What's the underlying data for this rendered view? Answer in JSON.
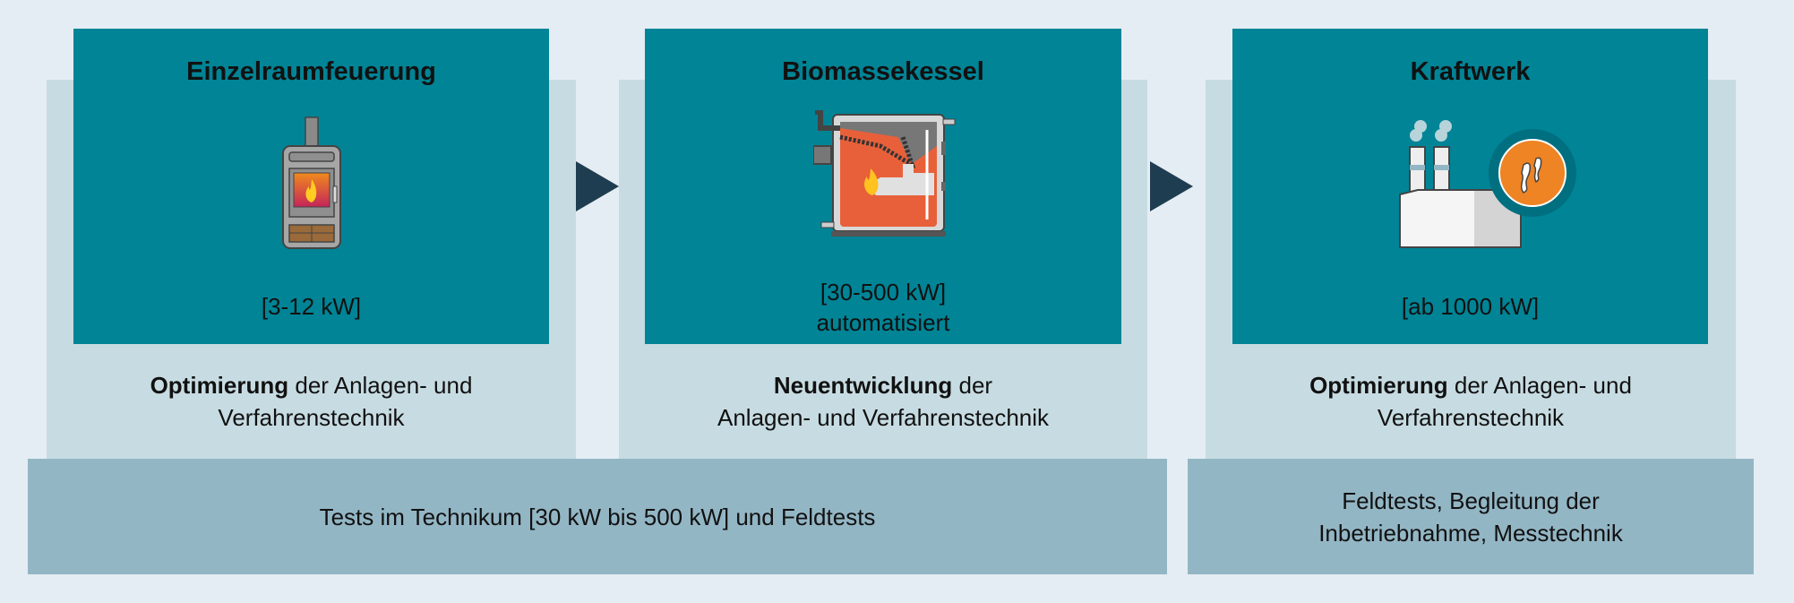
{
  "stages": [
    {
      "title": "Einzelraumfeuerung",
      "icon": "stove-icon",
      "range": "[3-12 kW]",
      "range2": "",
      "desc_bold": "Optimierung",
      "desc_rest": " der Anlagen- und",
      "desc_line2": "Verfahrenstechnik"
    },
    {
      "title": "Biomassekessel",
      "icon": "boiler-icon",
      "range": "[30-500 kW]",
      "range2": "automatisiert",
      "desc_bold": "Neuentwicklung",
      "desc_rest": " der",
      "desc_line2": "Anlagen- und Verfahrenstechnik"
    },
    {
      "title": "Kraftwerk",
      "icon": "power-plant-icon",
      "range": "[ab 1000 kW]",
      "range2": "",
      "desc_bold": "Optimierung",
      "desc_rest": " der Anlagen- und",
      "desc_line2": "Verfahrenstechnik"
    }
  ],
  "bottom": {
    "left": "Tests im Technikum [30 kW bis 500 kW] und Feldtests",
    "right_line1": "Feldtests, Begleitung der",
    "right_line2": "Inbetriebnahme, Messtechnik"
  },
  "colors": {
    "teal": "#008496",
    "panel": "#c7dce2",
    "bar": "#93b6c5",
    "arrow": "#1f3d50",
    "background": "#e4edf3"
  }
}
